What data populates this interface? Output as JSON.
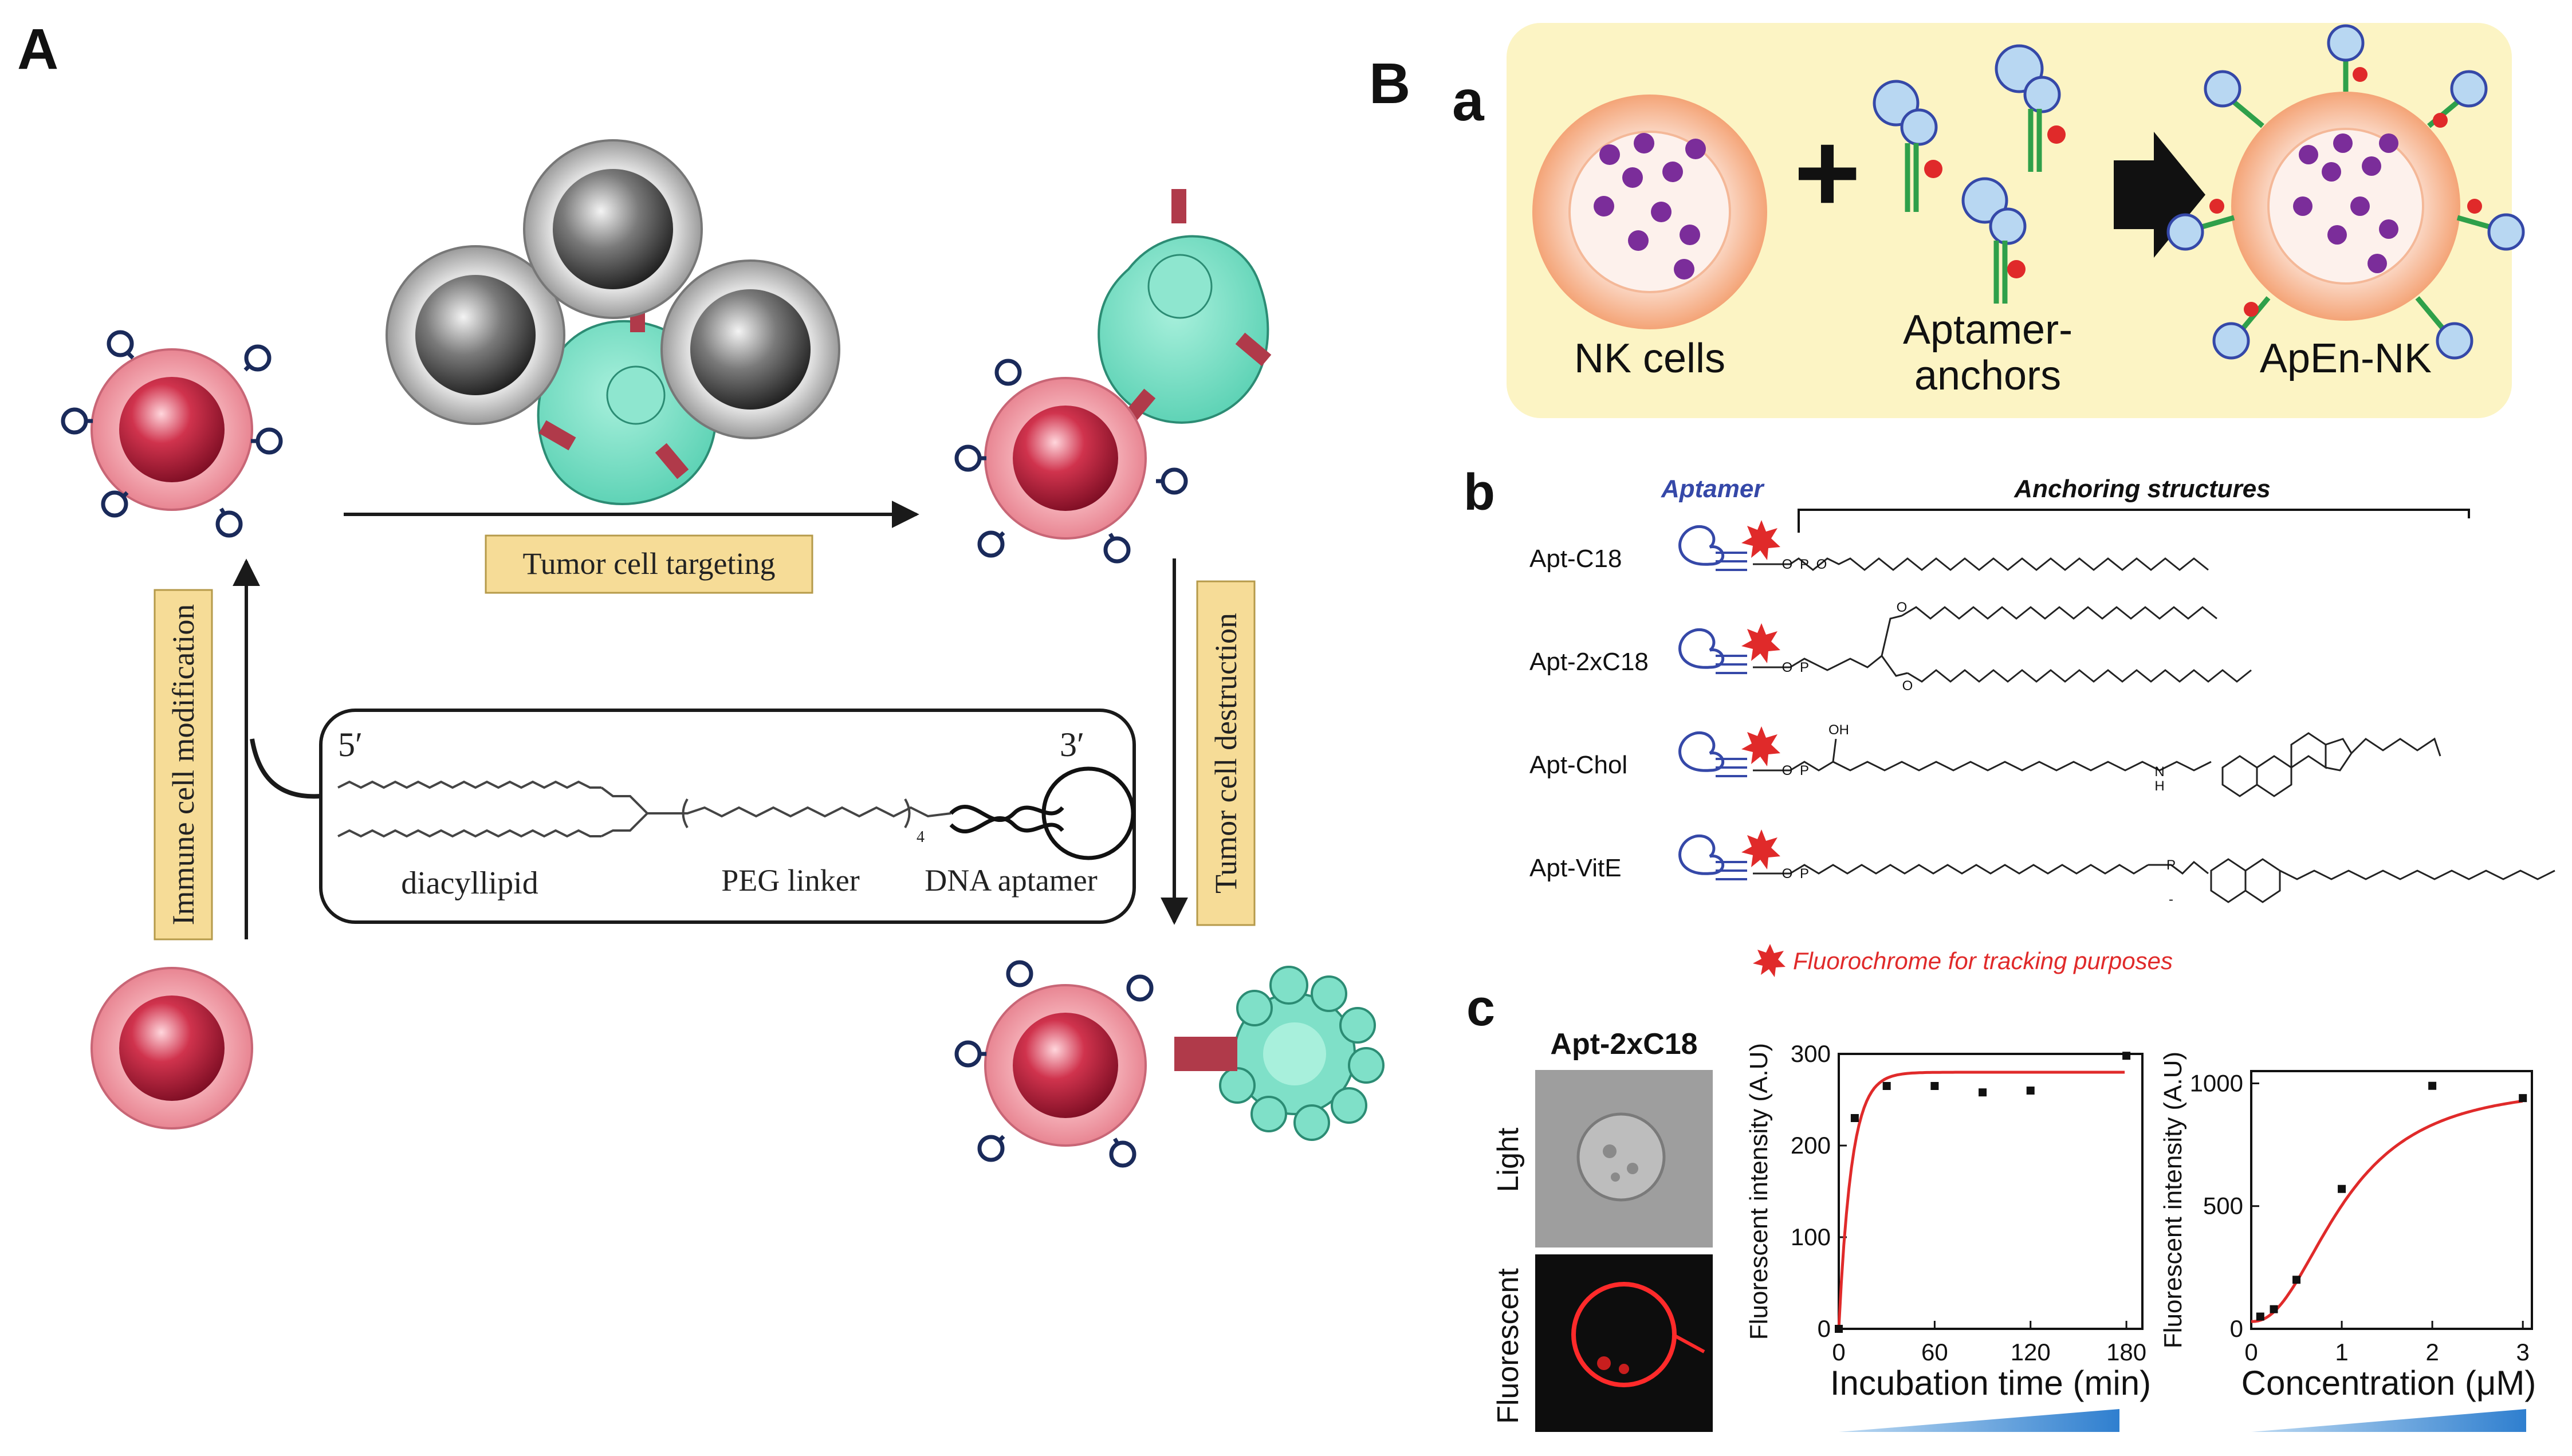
{
  "panel_A": {
    "letter": "A",
    "tumor_targeting": "Tumor cell targeting",
    "immune_modification": "Immune cell modification",
    "tumor_destruction": "Tumor cell destruction",
    "construct": {
      "five_prime": "5′",
      "three_prime": "3′",
      "diacyllipid": "diacyllipid",
      "peg_linker": "PEG linker",
      "dna_aptamer": "DNA aptamer",
      "subscript": "4"
    }
  },
  "panel_B": {
    "letter": "B",
    "sub_a": {
      "letter": "a",
      "nk_cells": "NK cells",
      "aptamer_anchors_1": "Aptamer-",
      "aptamer_anchors_2": "anchors",
      "apen_nk": "ApEn-NK",
      "plus": "+"
    },
    "sub_b": {
      "letter": "b",
      "aptamer_header": "Aptamer",
      "anchoring_header": "Anchoring structures",
      "rows": [
        "Apt-C18",
        "Apt-2xC18",
        "Apt-Chol",
        "Apt-VitE"
      ],
      "fluoro_note": "Fluorochrome for tracking purposes",
      "atoms": {
        "o": "O",
        "p": "P",
        "minus": "-",
        "oh": "OH",
        "h": "H",
        "n": "N"
      }
    },
    "sub_c": {
      "letter": "c",
      "image_title": "Apt-2xC18",
      "light_label": "Light",
      "fluor_label": "Fluorescent"
    }
  },
  "colors": {
    "immune_cell": "#e8828f",
    "tumor_cell": "#7fe0c8",
    "label_box": "#f6dc97",
    "panel_bg": "#fcf4c4",
    "aptamer_blue": "#3548a8",
    "fluorochrome_red": "#e02a2a",
    "fit_curve": "#e02a2a",
    "wedge_blue": "#3f8fd6"
  },
  "chart_data": [
    {
      "type": "scatter",
      "title": "",
      "xlabel": "Incubation time (min)",
      "ylabel": "Fluorescent intensity (A.U)",
      "xlim": [
        0,
        190
      ],
      "ylim": [
        0,
        300
      ],
      "xticks": [
        0,
        60,
        120,
        180
      ],
      "yticks": [
        0,
        100,
        200,
        300
      ],
      "x": [
        0,
        10,
        30,
        60,
        90,
        120,
        180
      ],
      "y": [
        0,
        230,
        265,
        265,
        258,
        260,
        298
      ],
      "fit": "saturation curve",
      "grid": false
    },
    {
      "type": "scatter",
      "title": "",
      "xlabel": "Concentration (μM)",
      "ylabel": "Fluorescent intensity (A.U)",
      "xlim": [
        0,
        3.1
      ],
      "ylim": [
        0,
        1050
      ],
      "xticks": [
        0,
        1,
        2,
        3
      ],
      "yticks": [
        0,
        500,
        1000
      ],
      "x": [
        0.1,
        0.25,
        0.5,
        1,
        2,
        3
      ],
      "y": [
        50,
        80,
        200,
        570,
        990,
        940
      ],
      "fit": "sigmoidal curve",
      "grid": false
    }
  ]
}
